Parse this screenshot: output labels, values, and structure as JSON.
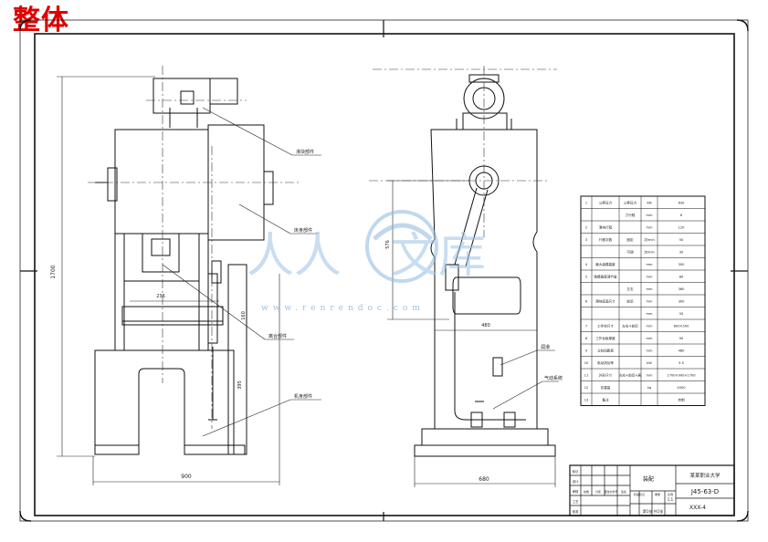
{
  "corner_title": "整体",
  "watermark": {
    "site": "www.renrendoc.com",
    "glyph_left": "人人",
    "glyph_right": "文库"
  },
  "dimensions": {
    "overall_height": "1700",
    "base_width": "900",
    "frame_width": "236",
    "opening_depth": "160",
    "lower_height": "395",
    "side_height": "576",
    "side_width": "480",
    "side_base_width": "680"
  },
  "callouts": {
    "upper": "滑块部件",
    "middle": "床身部件",
    "lower_left": "离合部件",
    "bottom": "机身部件",
    "side_a": "润滑",
    "side_b": "气动系统"
  },
  "spec_table": {
    "rows": [
      {
        "no": "1",
        "group": "公称压力",
        "item": "公称压力",
        "unit": "KN",
        "value": "630"
      },
      {
        "no": "",
        "group": "",
        "item": "力行程",
        "unit": "mm",
        "value": "6"
      },
      {
        "no": "2",
        "group": "滑块行程",
        "item": "",
        "unit": "mm",
        "value": "120"
      },
      {
        "no": "3",
        "group": "行程次数",
        "item": "固定",
        "unit": "次/min",
        "value": "50"
      },
      {
        "no": "",
        "group": "",
        "item": "可调",
        "unit": "次/min",
        "value": "30"
      },
      {
        "no": "4",
        "group": "最大装模高度",
        "item": "",
        "unit": "mm",
        "value": "300"
      },
      {
        "no": "5",
        "group": "装模高度调节量",
        "item": "",
        "unit": "mm",
        "value": "80"
      },
      {
        "no": "",
        "group": "",
        "item": "左右",
        "unit": "mm",
        "value": "360"
      },
      {
        "no": "6",
        "group": "滑块底面尺寸",
        "item": "前后",
        "unit": "mm",
        "value": "300"
      },
      {
        "no": "",
        "group": "",
        "item": "",
        "unit": "mm",
        "value": "50"
      },
      {
        "no": "7",
        "group": "工作台尺寸",
        "item": "左右×前后",
        "unit": "mm",
        "value": "800×500"
      },
      {
        "no": "8",
        "group": "工作台板厚度",
        "item": "",
        "unit": "mm",
        "value": "90"
      },
      {
        "no": "9",
        "group": "立柱间距离",
        "item": "",
        "unit": "mm",
        "value": "480"
      },
      {
        "no": "10",
        "group": "电动机功率",
        "item": "",
        "unit": "kW",
        "value": "5.5"
      },
      {
        "no": "11",
        "group": "外形尺寸",
        "item": "左右×前后×高",
        "unit": "mm",
        "value": "1700×900×1700"
      },
      {
        "no": "12",
        "group": "总重量",
        "item": "",
        "unit": "kg",
        "value": "4500"
      },
      {
        "no": "13",
        "group": "备注",
        "item": "",
        "unit": "",
        "value": "自制"
      }
    ]
  },
  "title_block": {
    "part_name": "装配",
    "school": "某某职业大学",
    "drawing_no": "J45-63-D",
    "scale": "1:1",
    "sheet": "第1张 共1张",
    "row_labels": [
      "标记",
      "设计",
      "审核",
      "工艺",
      "批准"
    ],
    "col_labels": [
      "处数",
      "分区",
      "更改文件号",
      "签名",
      "日期"
    ],
    "material_label": "阶段标记",
    "weight_label": "重量",
    "scale_label": "比例",
    "code": "XXX-4"
  }
}
